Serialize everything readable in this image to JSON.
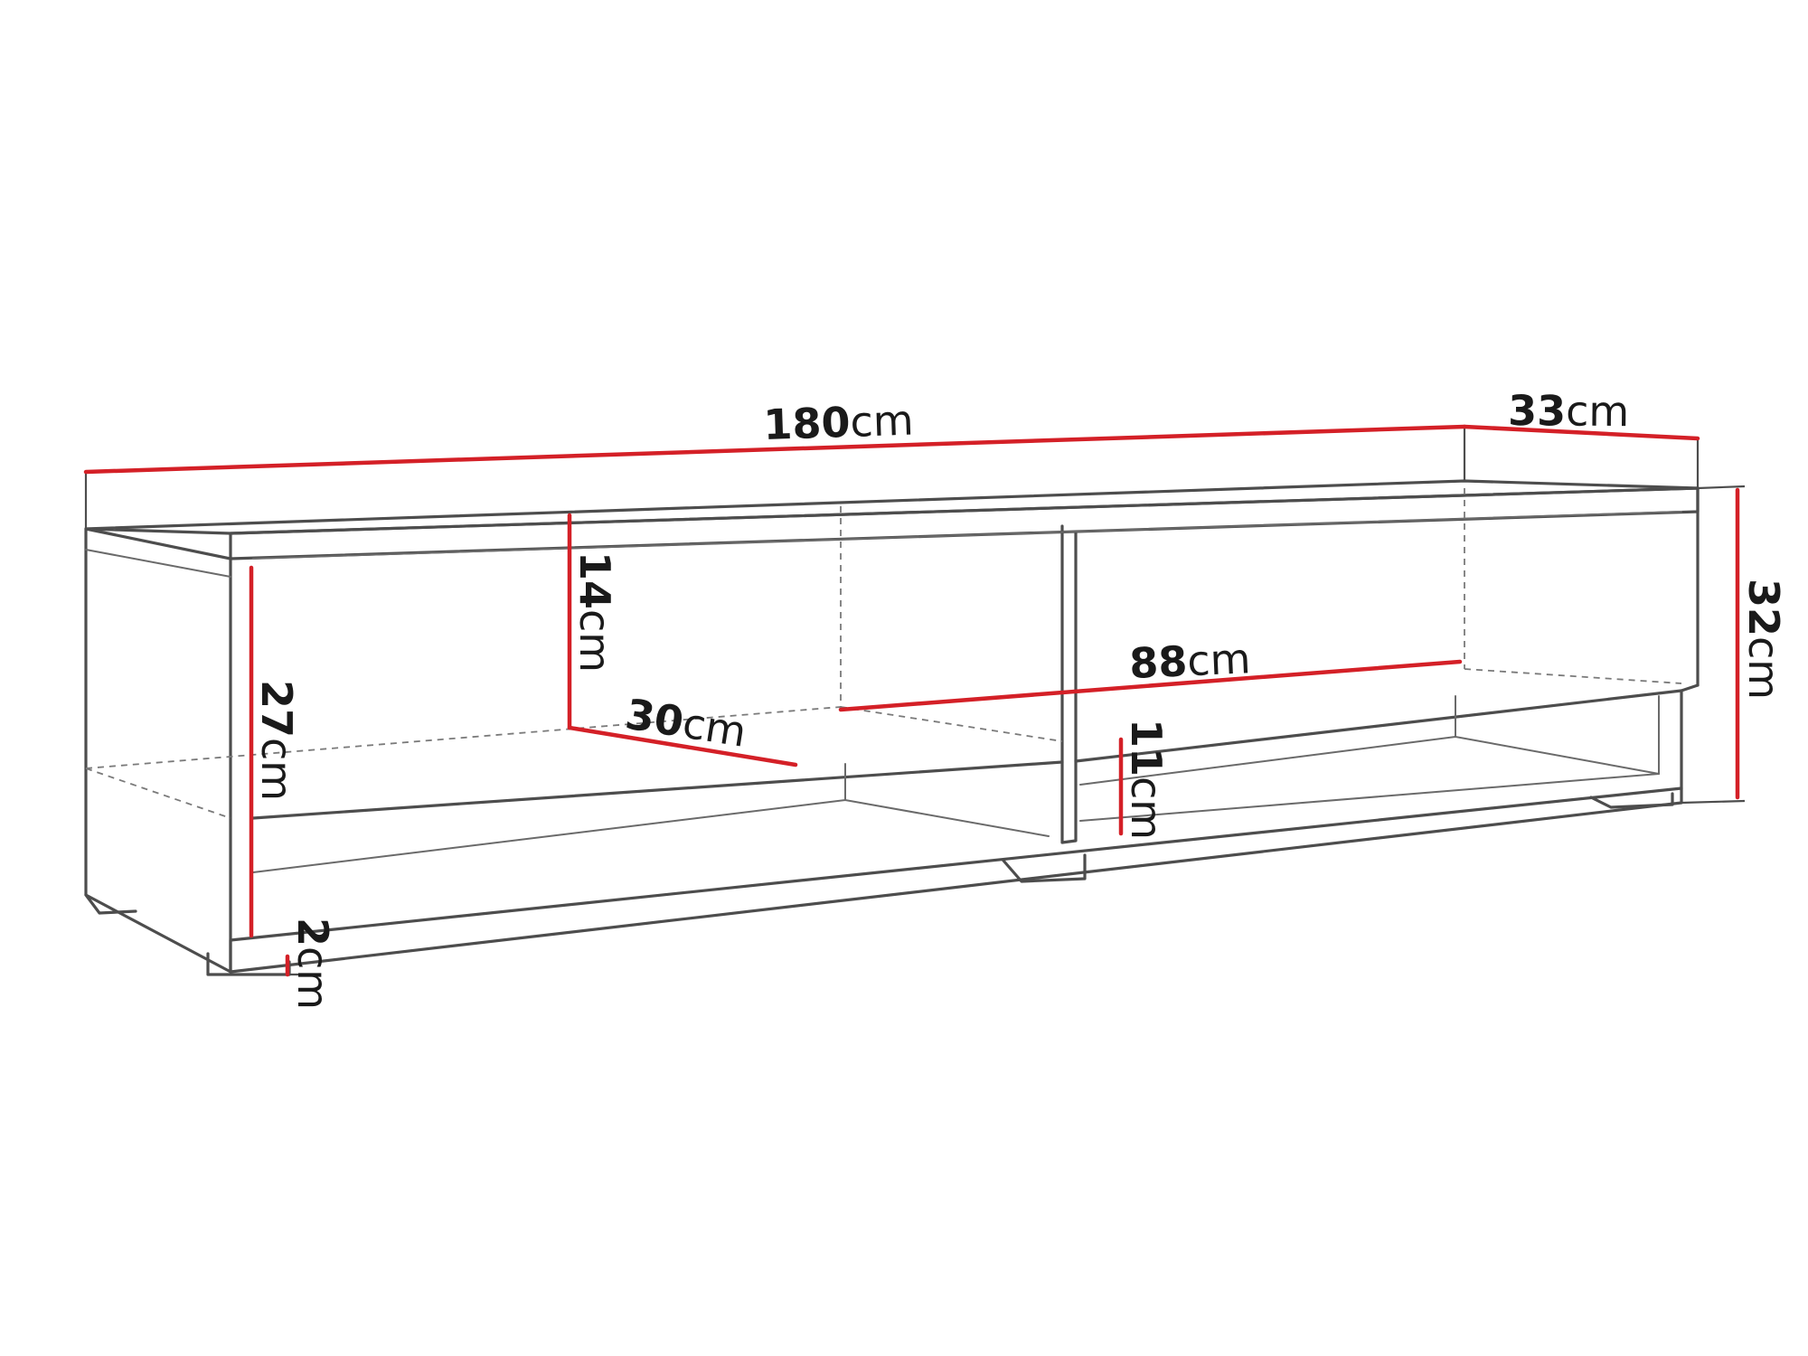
{
  "colors": {
    "dimension_line": "#d42027",
    "outline": "#4d4d4d",
    "hidden_edge": "#7a7a7a",
    "text": "#1a1a1a",
    "background": "#ffffff"
  },
  "dimensions": {
    "length": {
      "value": "180",
      "unit": "cm"
    },
    "depth": {
      "value": "33",
      "unit": "cm"
    },
    "height": {
      "value": "32",
      "unit": "cm"
    },
    "side_compartment_height": {
      "value": "27",
      "unit": "cm"
    },
    "upper_compartment_height": {
      "value": "14",
      "unit": "cm"
    },
    "compartment_depth": {
      "value": "30",
      "unit": "cm"
    },
    "compartment_width": {
      "value": "88",
      "unit": "cm"
    },
    "lower_compartment_height": {
      "value": "11",
      "unit": "cm"
    },
    "leg_height": {
      "value": "2",
      "unit": "cm"
    }
  }
}
